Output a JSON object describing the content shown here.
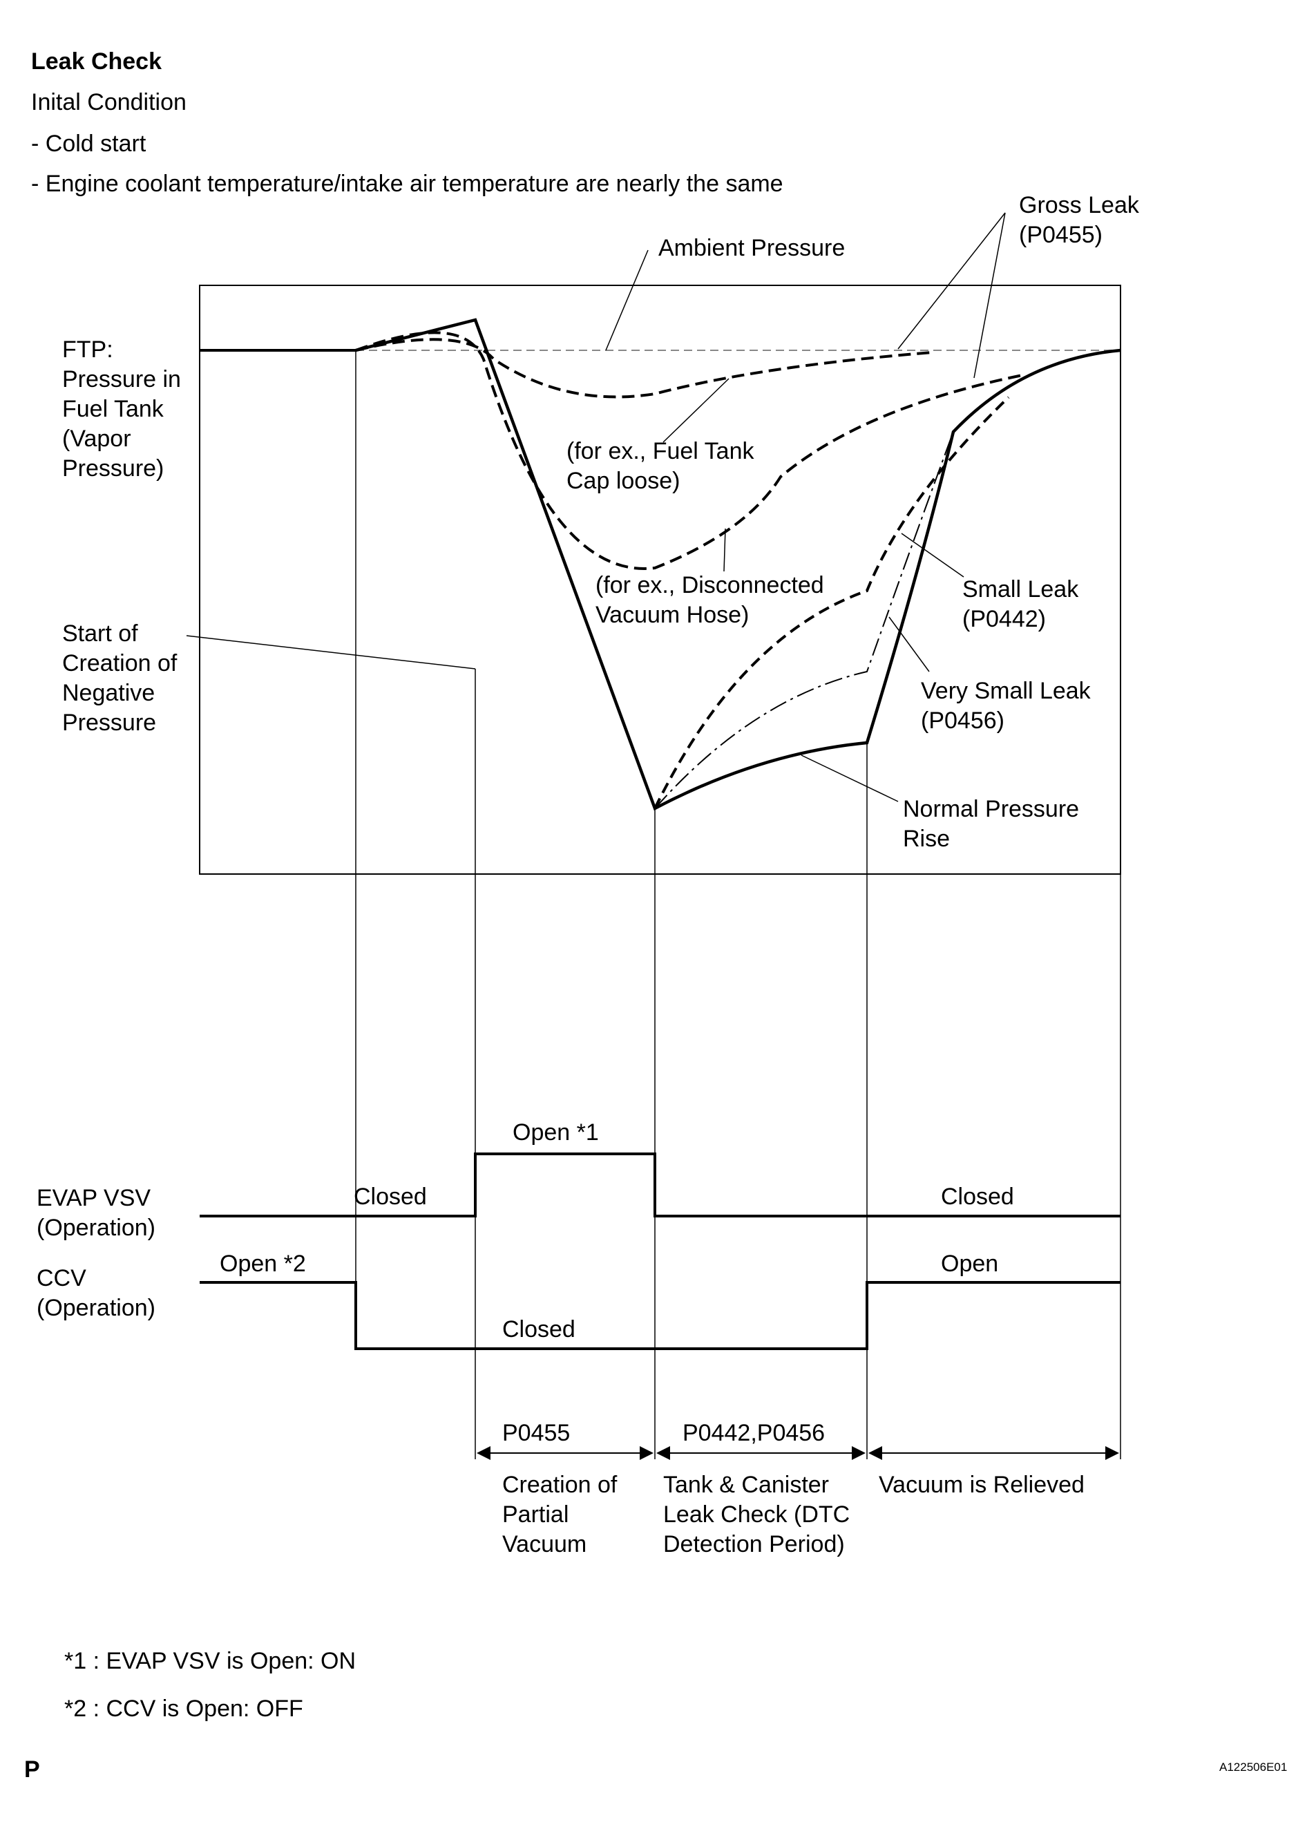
{
  "header": {
    "title": "Leak Check",
    "condition_title": "Inital Condition",
    "cond1": "- Cold start",
    "cond2": "- Engine coolant temperature/intake air temperature are nearly the same"
  },
  "ftp": {
    "label": [
      "FTP:",
      "Pressure in",
      "Fuel Tank",
      "(Vapor",
      "Pressure)"
    ],
    "ambient": "Ambient Pressure",
    "gross_leak": [
      "Gross Leak",
      "(P0455)"
    ],
    "ex_cap": [
      "(for ex., Fuel Tank",
      "Cap loose)"
    ],
    "ex_hose": [
      "(for ex., Disconnected",
      "Vacuum Hose)"
    ],
    "small_leak": [
      "Small Leak",
      "(P0442)"
    ],
    "very_small_leak": [
      "Very Small Leak",
      "(P0456)"
    ],
    "normal": [
      "Normal Pressure",
      "Rise"
    ],
    "start_neg": [
      "Start of",
      "Creation of",
      "Negative",
      "Pressure"
    ]
  },
  "evap": {
    "label": [
      "EVAP VSV",
      "(Operation)"
    ],
    "closed_left": "Closed",
    "open": "Open *1",
    "closed_right": "Closed"
  },
  "ccv": {
    "label": [
      "CCV",
      "(Operation)"
    ],
    "open_left": "Open *2",
    "closed": "Closed",
    "open_right": "Open"
  },
  "periods": {
    "p1_code": "P0455",
    "p2_code": "P0442,P0456",
    "p1_desc": [
      "Creation of",
      "Partial",
      "Vacuum"
    ],
    "p2_desc": [
      "Tank & Canister",
      "Leak Check (DTC",
      "Detection Period)"
    ],
    "p3_desc": "Vacuum is Relieved"
  },
  "notes": {
    "n1": "*1 : EVAP VSV is Open: ON",
    "n2": "*2 : CCV is Open: OFF"
  },
  "footer": {
    "left": "P",
    "right": "A122506E01"
  }
}
